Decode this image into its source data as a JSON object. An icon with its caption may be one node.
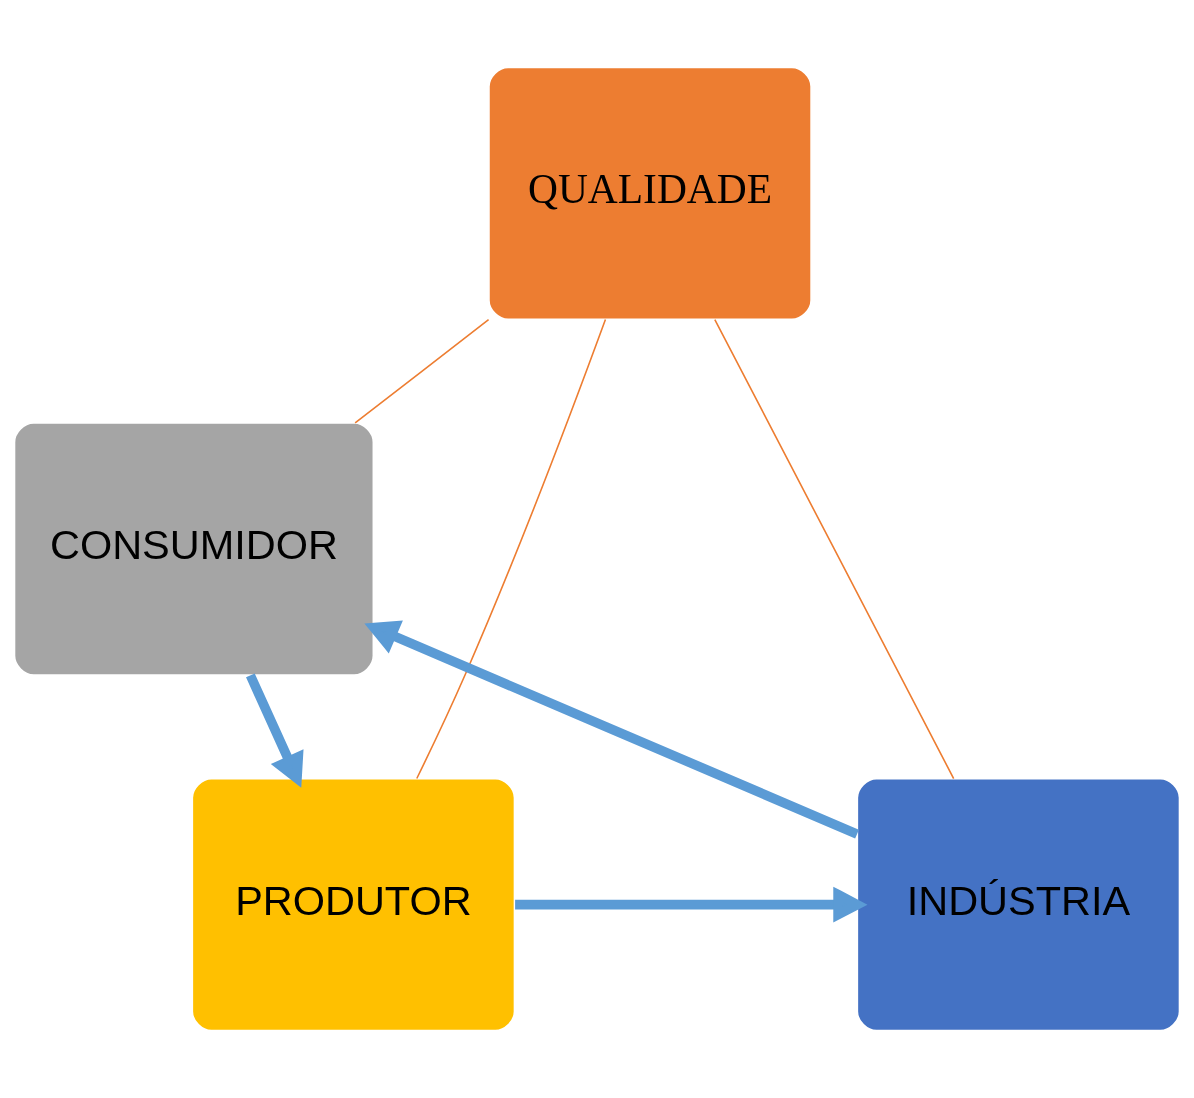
{
  "diagram": {
    "nodes": [
      {
        "text": [
          "CONSUMIDOR"
        ]
      },
      {
        "text": [
          "QUALIDADE"
        ]
      },
      {
        "text": [
          "PRODUTOR"
        ]
      },
      {
        "text": [
          "INDÚSTRIA"
        ]
      }
    ],
    "edges": [
      {
        "from": 1,
        "to": 0,
        "arrow": "none",
        "color": "#ed7d31"
      },
      {
        "from": 1,
        "to": 2,
        "arrow": "none",
        "color": "#ed7d31"
      },
      {
        "from": 1,
        "to": 3,
        "arrow": "none",
        "color": "#ed7d31"
      },
      {
        "from": 3,
        "to": 0,
        "arrow": "to",
        "style": "thick",
        "color": "#5b9bd5"
      },
      {
        "from": 0,
        "to": 2,
        "arrow": "to",
        "style": "thick",
        "color": "#5b9bd5"
      },
      {
        "from": 2,
        "to": 3,
        "arrow": "to",
        "style": "thick",
        "color": "#5b9bd5"
      }
    ]
  }
}
